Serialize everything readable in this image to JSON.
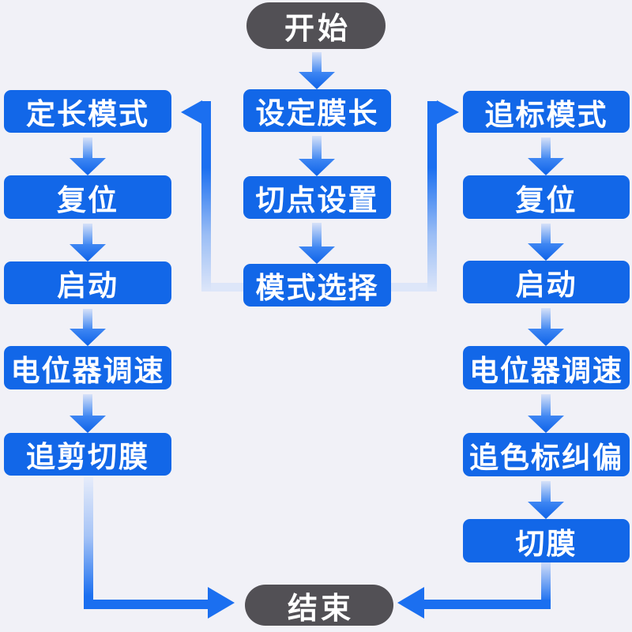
{
  "flow": {
    "start_label": "开始",
    "end_label": "结束",
    "center_steps": [
      "设定膜长",
      "切点设置",
      "模式选择"
    ],
    "left_steps": [
      "定长模式",
      "复位",
      "启动",
      "电位器调速",
      "追剪切膜"
    ],
    "right_steps": [
      "追标模式",
      "复位",
      "启动",
      "电位器调速",
      "追色标纠偏",
      "切膜"
    ],
    "edges": [
      {
        "from": "开始",
        "to": "设定膜长"
      },
      {
        "from": "设定膜长",
        "to": "切点设置"
      },
      {
        "from": "切点设置",
        "to": "模式选择"
      },
      {
        "from": "模式选择",
        "to": "定长模式"
      },
      {
        "from": "模式选择",
        "to": "追标模式"
      },
      {
        "from": "定长模式",
        "to": "复位"
      },
      {
        "from": "复位",
        "to": "启动"
      },
      {
        "from": "启动",
        "to": "电位器调速"
      },
      {
        "from": "电位器调速",
        "to": "追剪切膜"
      },
      {
        "from": "追剪切膜",
        "to": "结束"
      },
      {
        "from": "追标模式",
        "to": "复位"
      },
      {
        "from": "复位",
        "to": "启动"
      },
      {
        "from": "启动",
        "to": "电位器调速"
      },
      {
        "from": "电位器调速",
        "to": "追色标纠偏"
      },
      {
        "from": "追色标纠偏",
        "to": "切膜"
      },
      {
        "from": "切膜",
        "to": "结束"
      }
    ],
    "colors": {
      "node_blue": "#1267e8",
      "arrow_blue": "#1b6ff0",
      "arrow_light": "#d7e1f8",
      "terminal_gray": "#525055",
      "background": "#f1f1f7",
      "text": "#ffffff"
    }
  }
}
